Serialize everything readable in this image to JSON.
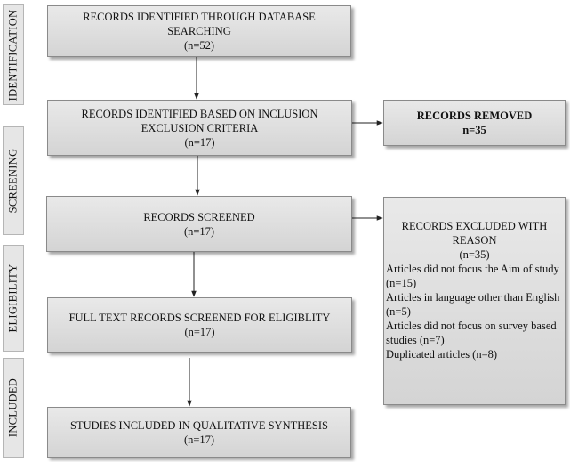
{
  "phases": [
    {
      "id": "identification",
      "label": "IDENTIFICATION"
    },
    {
      "id": "screening",
      "label": "SCREENING"
    },
    {
      "id": "eligibility",
      "label": "ELIGIBILITY"
    },
    {
      "id": "included",
      "label": "INCLUDED"
    }
  ],
  "boxes": {
    "identified_db": {
      "label": "RECORDS IDENTIFIED THROUGH DATABASE SEARCHING",
      "count": "(n=52)"
    },
    "identified_criteria": {
      "label": "RECORDS IDENTIFIED BASED ON INCLUSION EXCLUSION CRITERIA",
      "count": "(n=17)"
    },
    "removed": {
      "label": "RECORDS REMOVED",
      "count": "n=35"
    },
    "screened": {
      "label": "RECORDS SCREENED",
      "count": "(n=17)"
    },
    "excluded": {
      "label": "RECORDS EXCLUDED WITH REASON",
      "count": "(n=35)",
      "reasons": [
        "Articles did not focus the Aim of study (n=15)",
        "Articles in language other than English (n=5)",
        "Articles did not focus on survey based studies (n=7)",
        "Duplicated articles (n=8)"
      ]
    },
    "fulltext": {
      "label": "FULL TEXT RECORDS SCREENED FOR ELIGIBLITY",
      "count": "(n=17)"
    },
    "included": {
      "label": "STUDIES INCLUDED IN QUALITATIVE SYNTHESIS",
      "count": "(n=17)"
    }
  }
}
